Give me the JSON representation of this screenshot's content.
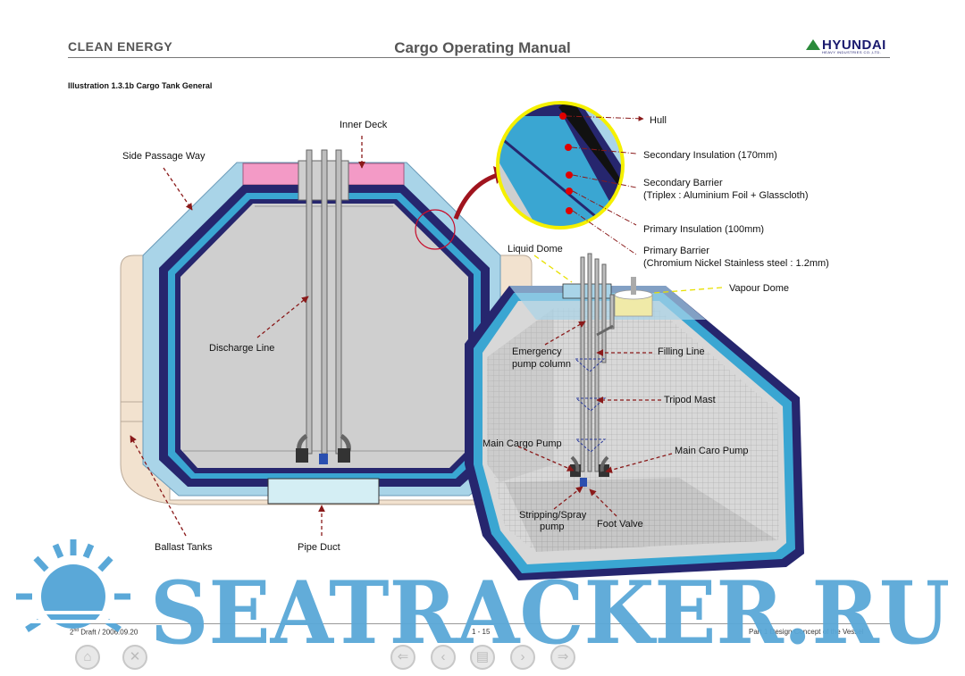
{
  "header": {
    "left": "CLEAN ENERGY",
    "center": "Cargo Operating Manual",
    "logo_word": "HYUNDAI",
    "logo_sub": "HEAVY INDUSTRIES CO.,LTD."
  },
  "illustration_title": "Illustration 1.3.1b Cargo Tank General",
  "labels": {
    "inner_deck": "Inner Deck",
    "side_passage": "Side Passage Way",
    "discharge_line": "Discharge Line",
    "ballast_tanks": "Ballast Tanks",
    "pipe_duct": "Pipe Duct",
    "hull": "Hull",
    "secondary_insulation": "Secondary Insulation (170mm)",
    "secondary_barrier_1": "Secondary Barrier",
    "secondary_barrier_2": "(Triplex : Aluminium Foil + Glasscloth)",
    "primary_insulation": "Primary Insulation (100mm)",
    "primary_barrier_1": "Primary Barrier",
    "primary_barrier_2": "(Chromium Nickel Stainless steel : 1.2mm)",
    "liquid_dome": "Liquid Dome",
    "vapour_dome": "Vapour Dome",
    "emergency_1": "Emergency",
    "emergency_2": "pump column",
    "filling_line": "Filling Line",
    "tripod_mast": "Tripod Mast",
    "main_cargo_pump": "Main Cargo Pump",
    "main_caro_pump": "Main Caro Pump",
    "stripping_1": "Stripping/Spray",
    "stripping_2": "pump",
    "foot_valve": "Foot Valve"
  },
  "footer": {
    "left_sup": "nd",
    "left_pre": "2",
    "left_post": " Draft / 2006.09.20",
    "center": "1 - 15",
    "right": "Part 1 Design Concept of the Vessel"
  },
  "watermark": "SEATRACKER.RU",
  "nav": [
    "home-icon",
    "close-icon",
    "first-icon",
    "prev-icon",
    "index-icon",
    "next-icon",
    "last-icon"
  ],
  "colors": {
    "navy": "#26266e",
    "blue": "#3aa6d2",
    "light_blue": "#a9d4e8",
    "grey": "#cfcfcf",
    "pink": "#f39ac6",
    "beige": "#f2e2cf",
    "watermark": "#5aa8d8"
  }
}
